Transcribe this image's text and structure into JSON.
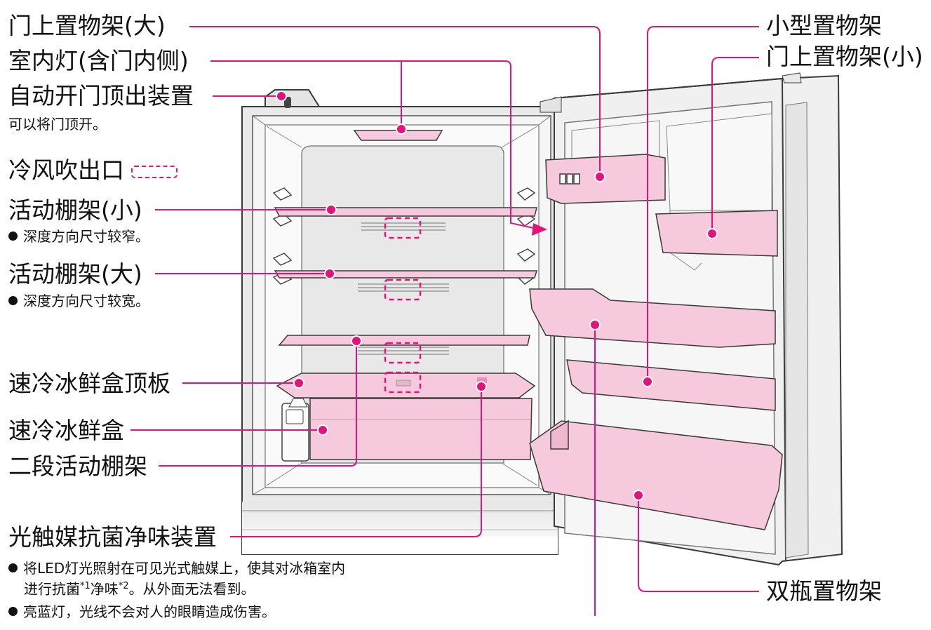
{
  "colors": {
    "callout": "#e0147a",
    "part_fill": "#f7c9dc",
    "outline": "#3a3a3a",
    "cabinet_gray": "#9a9a9a",
    "interior": "#f2f2f2"
  },
  "labels": {
    "door_shelf_large": "门上置物架(大)",
    "interior_light": "室内灯(含门内侧)",
    "auto_door_opener": "自动开门顶出装置",
    "auto_door_opener_desc": "可以将门顶开。",
    "cold_air_outlet": "冷风吹出口",
    "movable_shelf_small": "活动棚架(小)",
    "movable_shelf_small_desc": "深度方向尺寸较窄。",
    "movable_shelf_large": "活动棚架(大)",
    "movable_shelf_large_desc": "深度方向尺寸较宽。",
    "quick_freeze_top": "速冷冰鲜盒顶板",
    "quick_freeze_box": "速冷冰鲜盒",
    "two_stage_shelf": "二段活动棚架",
    "photocatalyst_device": "光触媒抗菌净味装置",
    "note_line1": "将LED灯光照射在可见光式触媒上，使其对冰箱室内",
    "note_line2_a": "进行抗菌",
    "note_sup1": "*1",
    "note_line2_b": "净味",
    "note_sup2": "*2",
    "note_line2_c": "。从外面无法看到。",
    "note_line3": "亮蓝灯，光线不会对人的眼睛造成伤害。",
    "small_rack": "小型置物架",
    "door_shelf_small": "门上置物架(小)",
    "double_bottle_rack": "双瓶置物架"
  }
}
